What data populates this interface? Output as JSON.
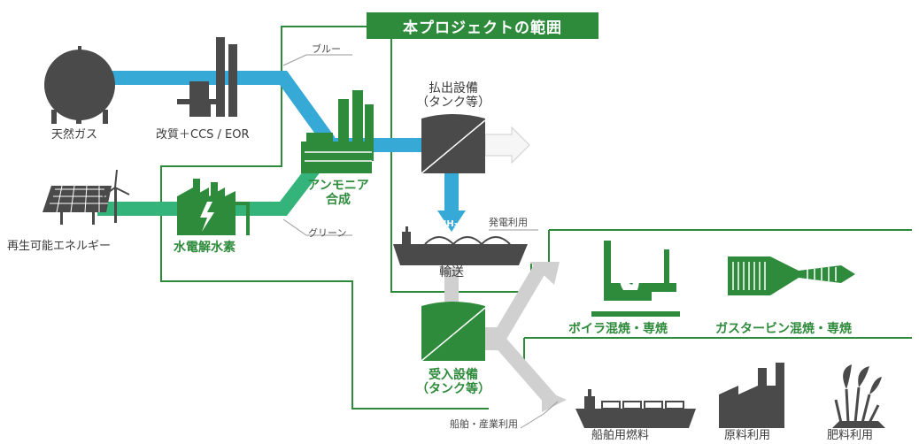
{
  "banner": "本プロジェクトの範囲",
  "labels": {
    "natural_gas": "天然ガス",
    "reforming": "改質＋CCS / EOR",
    "renewable": "再生可能エネルギー",
    "electrolysis": "水電解水素",
    "ammonia_line1": "アンモニア",
    "ammonia_line2": "合成",
    "export_line1": "払出設備",
    "export_line2": "（タンク等）",
    "transport": "輸送",
    "receive_line1": "受入設備",
    "receive_line2": "（タンク等）",
    "boiler": "ボイラ混焼・専焼",
    "turbine": "ガスタービン混焼・専焼",
    "ship_fuel": "船舶用燃料",
    "raw_material": "原料利用",
    "fertilizer": "肥料利用",
    "blue": "ブルー",
    "green_route": "グリーン",
    "power_use": "発電利用",
    "ship_industry": "船舶・産業利用",
    "nh3": "NH₃"
  },
  "colors": {
    "blue_flow": "#36a9d6",
    "green_flow": "#34b37a",
    "brand_green": "#2e8b3b",
    "dark_gray": "#4a4a4a",
    "light_gray": "#d0d0d0"
  }
}
